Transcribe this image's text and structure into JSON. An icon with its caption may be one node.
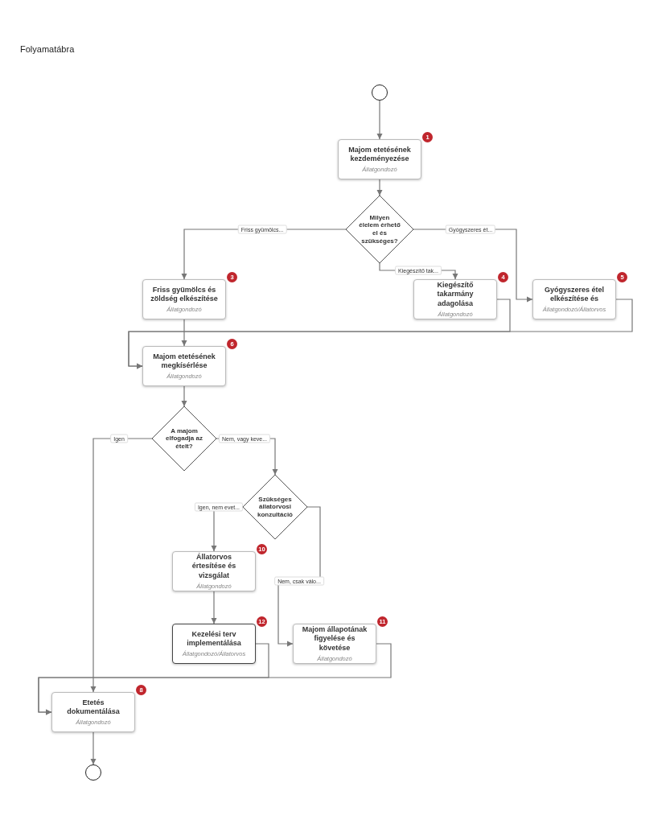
{
  "diagram": {
    "title": "Folyamatábra",
    "nodes": [
      {
        "text": [],
        "shape": "circle"
      },
      {
        "text": [
          "Majom etetésének kezdeményezése",
          "Állatgondozó"
        ],
        "beside": [
          "1"
        ]
      },
      {
        "text": [
          "Milyen élelem érhető el és szükséges?"
        ]
      },
      {
        "text": [
          "Friss gyümölcs és zöldség elkészítése",
          "Állatgondozó"
        ],
        "beside": [
          "3"
        ]
      },
      {
        "text": [
          "Kiegészítő takarmány adagolása",
          "Állatgondozó"
        ],
        "beside": [
          "4"
        ]
      },
      {
        "text": [
          "Gyógyszeres étel elkészítése és",
          "Állatgondozó/Állatorvos"
        ],
        "beside": [
          "5"
        ]
      },
      {
        "text": [
          "Majom etetésének megkísérlése",
          "Állatgondozó"
        ],
        "beside": [
          "6"
        ]
      },
      {
        "text": [
          "A majom elfogadja az ételt?"
        ]
      },
      {
        "text": [
          "Szükséges állatorvosi konzultáció"
        ]
      },
      {
        "text": [
          "Állatorvos értesítése és vizsgálat",
          "Állatgondozó"
        ],
        "beside": [
          "10"
        ]
      },
      {
        "text": [
          "Kezelési terv implementálása",
          "Állatgondozó/Állatorvos"
        ],
        "beside": [
          "12"
        ]
      },
      {
        "text": [
          "Majom állapotának figyelése és követése",
          "Állatgondozó"
        ],
        "beside": [
          "11"
        ]
      },
      {
        "text": [
          "Etetés dokumentálása",
          "Állatgondozó"
        ],
        "beside": [
          "8"
        ]
      },
      {
        "text": [],
        "shape": "circle"
      }
    ],
    "edges": [
      {
        "from": 0,
        "to": 1,
        "arrow": "to"
      },
      {
        "from": 1,
        "to": 2,
        "arrow": "to"
      },
      {
        "from": 2,
        "to": 3,
        "arrow": "to",
        "label": "Friss gyümölcs..."
      },
      {
        "from": 2,
        "to": 4,
        "arrow": "to",
        "label": "Kiegészítő tak..."
      },
      {
        "from": 2,
        "to": 5,
        "arrow": "to",
        "label": "Gyógyszeres ét..."
      },
      {
        "from": 3,
        "to": 6,
        "arrow": "to"
      },
      {
        "from": 4,
        "to": 6,
        "arrow": "to"
      },
      {
        "from": 5,
        "to": 6,
        "arrow": "to"
      },
      {
        "from": 6,
        "to": 7,
        "arrow": "to"
      },
      {
        "from": 7,
        "to": 12,
        "arrow": "to",
        "label": "Igen"
      },
      {
        "from": 7,
        "to": 8,
        "arrow": "to",
        "label": "Nem, vagy keve..."
      },
      {
        "from": 8,
        "to": 9,
        "arrow": "to",
        "label": "Igen, nem evet..."
      },
      {
        "from": 8,
        "to": 11,
        "arrow": "to",
        "label": "Nem, csak válo..."
      },
      {
        "from": 9,
        "to": 10,
        "arrow": "to"
      },
      {
        "from": 10,
        "to": 12,
        "arrow": "to"
      },
      {
        "from": 11,
        "to": 12,
        "arrow": "to"
      },
      {
        "from": 12,
        "to": 13,
        "arrow": "to"
      }
    ]
  }
}
